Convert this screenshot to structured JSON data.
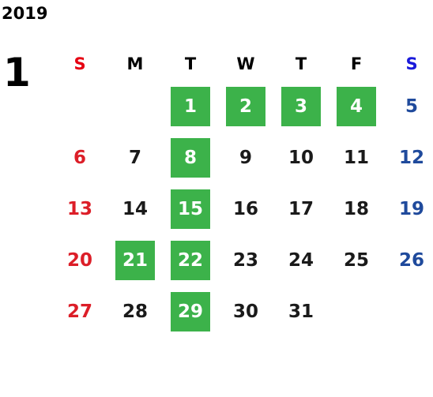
{
  "year": "2019",
  "month": "1",
  "weekdays": [
    "S",
    "M",
    "T",
    "W",
    "T",
    "F",
    "S"
  ],
  "colors": {
    "highlight": "#3cb24a",
    "sunday": "#dc1e28",
    "saturday": "#1f4a9c",
    "weekday": "#1a1a1a"
  },
  "start_weekday_index": 2,
  "days": [
    {
      "label": "1",
      "highlight": true
    },
    {
      "label": "2",
      "highlight": true
    },
    {
      "label": "3",
      "highlight": true
    },
    {
      "label": "4",
      "highlight": true
    },
    {
      "label": "5",
      "highlight": false
    },
    {
      "label": "6",
      "highlight": false
    },
    {
      "label": "7",
      "highlight": false
    },
    {
      "label": "8",
      "highlight": true
    },
    {
      "label": "9",
      "highlight": false
    },
    {
      "label": "10",
      "highlight": false
    },
    {
      "label": "11",
      "highlight": false
    },
    {
      "label": "12",
      "highlight": false
    },
    {
      "label": "13",
      "highlight": false
    },
    {
      "label": "14",
      "highlight": false
    },
    {
      "label": "15",
      "highlight": true
    },
    {
      "label": "16",
      "highlight": false
    },
    {
      "label": "17",
      "highlight": false
    },
    {
      "label": "18",
      "highlight": false
    },
    {
      "label": "19",
      "highlight": false
    },
    {
      "label": "20",
      "highlight": false
    },
    {
      "label": "21",
      "highlight": true
    },
    {
      "label": "22",
      "highlight": true
    },
    {
      "label": "23",
      "highlight": false
    },
    {
      "label": "24",
      "highlight": false
    },
    {
      "label": "25",
      "highlight": false
    },
    {
      "label": "26",
      "highlight": false
    },
    {
      "label": "27",
      "highlight": false
    },
    {
      "label": "28",
      "highlight": false
    },
    {
      "label": "29",
      "highlight": true
    },
    {
      "label": "30",
      "highlight": false
    },
    {
      "label": "31",
      "highlight": false
    }
  ]
}
